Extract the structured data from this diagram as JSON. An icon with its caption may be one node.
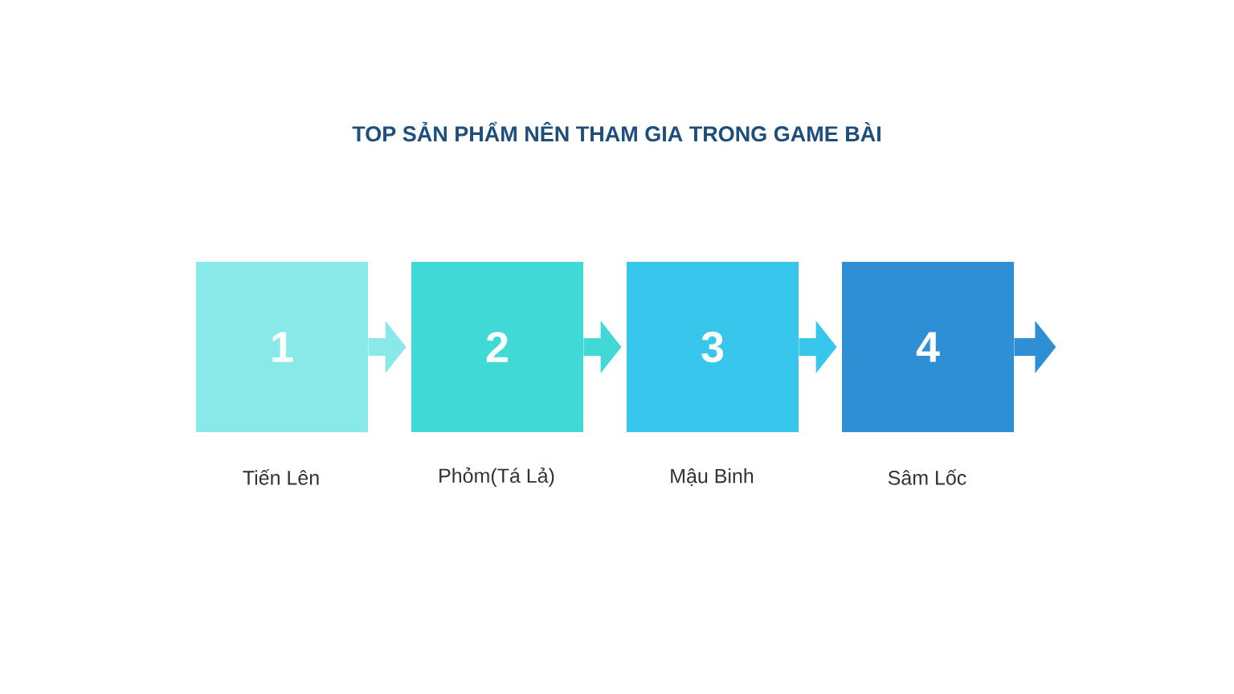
{
  "diagram": {
    "title": "TOP SẢN PHẨM NÊN THAM GIA TRONG GAME BÀI",
    "nodes": [
      {
        "text": [
          "1"
        ],
        "beside": [
          "Tiến Lên"
        ]
      },
      {
        "text": [
          "2"
        ],
        "beside": [
          "Phỏm(Tá Lả)"
        ]
      },
      {
        "text": [
          "3"
        ],
        "beside": [
          "Mậu Binh"
        ]
      },
      {
        "text": [
          "4"
        ],
        "beside": [
          "Sâm Lốc"
        ]
      }
    ],
    "edges": [
      {
        "from": 0,
        "to": 1,
        "arrow": "to",
        "color": "#89e8e8"
      },
      {
        "from": 1,
        "to": 2,
        "arrow": "to",
        "color": "#40d9d6"
      },
      {
        "from": 2,
        "to": 3,
        "arrow": "to",
        "color": "#38c6ec"
      },
      {
        "from": 3,
        "to": null,
        "arrow": "to",
        "color": "#2e8fd4"
      }
    ]
  }
}
